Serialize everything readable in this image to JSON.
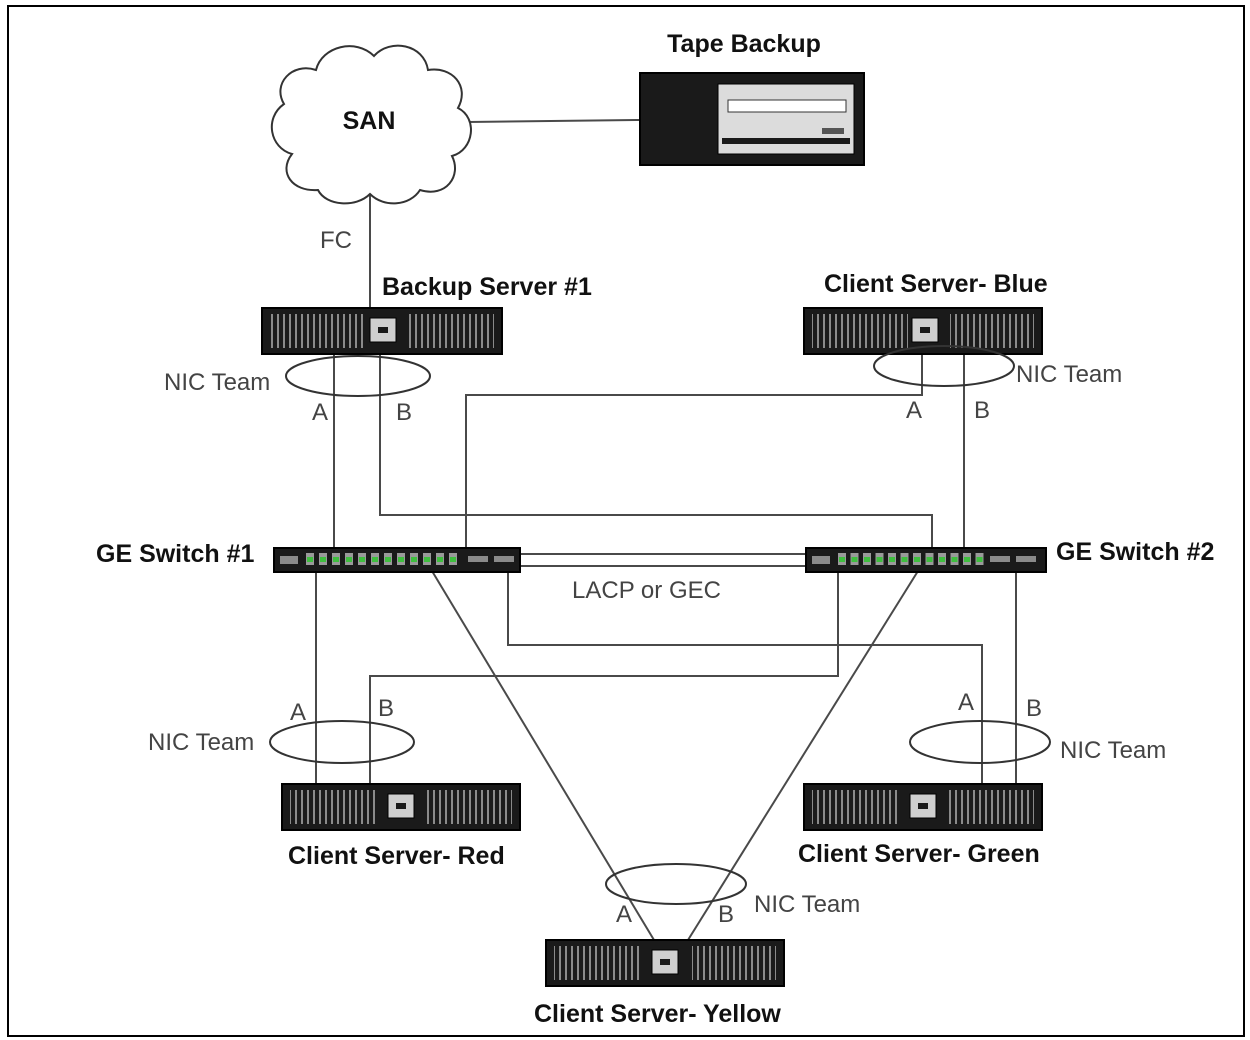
{
  "san": {
    "label": "SAN",
    "link_label": "FC"
  },
  "tape": {
    "label": "Tape Backup"
  },
  "servers": {
    "backup1": {
      "label": "Backup Server #1"
    },
    "blue": {
      "label": "Client Server- Blue"
    },
    "red": {
      "label": "Client Server- Red"
    },
    "green": {
      "label": "Client Server- Green"
    },
    "yellow": {
      "label": "Client Server- Yellow"
    }
  },
  "switches": {
    "sw1": {
      "label": "GE Switch #1"
    },
    "sw2": {
      "label": "GE Switch #2"
    },
    "trunk_label": "LACP or GEC"
  },
  "nic_team": {
    "label": "NIC Team",
    "port_a": "A",
    "port_b": "B"
  },
  "colors": {
    "border": "#000000",
    "device": "#1a1a1a",
    "port_led": "#3fbf3f",
    "wire": "#4a4a4a"
  }
}
